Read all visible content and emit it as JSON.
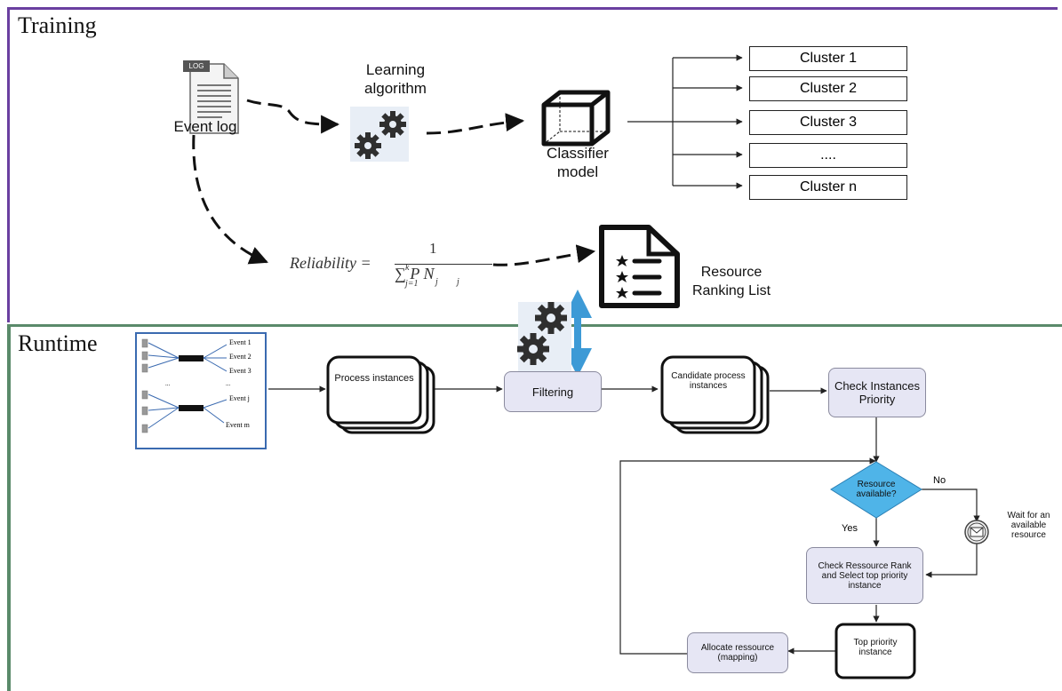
{
  "training": {
    "title": "Training",
    "event_log_label": "Event log",
    "log_icon_badge": "LOG",
    "learning_algorithm_label": "Learning algorithm",
    "classifier_label": "Classifier model",
    "clusters": [
      "Cluster 1",
      "Cluster 2",
      "Cluster 3",
      "....",
      "Cluster n"
    ],
    "reliability_formula": {
      "lhs": "Reliability =",
      "numerator": "1",
      "denominator": "∑ P N",
      "sum_upper": "k",
      "sum_lower": "j=1",
      "sub_p": "j",
      "sub_n": "j"
    },
    "resource_ranking_label": "Resource Ranking List"
  },
  "runtime": {
    "title": "Runtime",
    "event_thumbnail": {
      "events_top": [
        "Event 1",
        "Event 2",
        "Event 3"
      ],
      "dots": "...",
      "events_bottom": [
        "Event j",
        "Event m"
      ]
    },
    "process_instances": "Process instances",
    "filtering": "Filtering",
    "candidate_instances": "Candidate process instances",
    "check_priority": "Check Instances Priority",
    "resource_available": "Resource available?",
    "no_label": "No",
    "yes_label": "Yes",
    "wait_label": "Wait for an available resource",
    "check_rank": "Check Ressource Rank and Select top priority instance",
    "top_priority": "Top priority instance",
    "allocate": "Allocate ressource (mapping)"
  },
  "colors": {
    "training_border": "#6a3fa0",
    "runtime_border": "#5a8a6a",
    "box_fill": "#e6e6f4",
    "diamond_fill": "#4fb4e8",
    "arrow_blue": "#3d9ad6",
    "gear": "#2f2f2f",
    "gear_bg": "#e8eef6"
  }
}
